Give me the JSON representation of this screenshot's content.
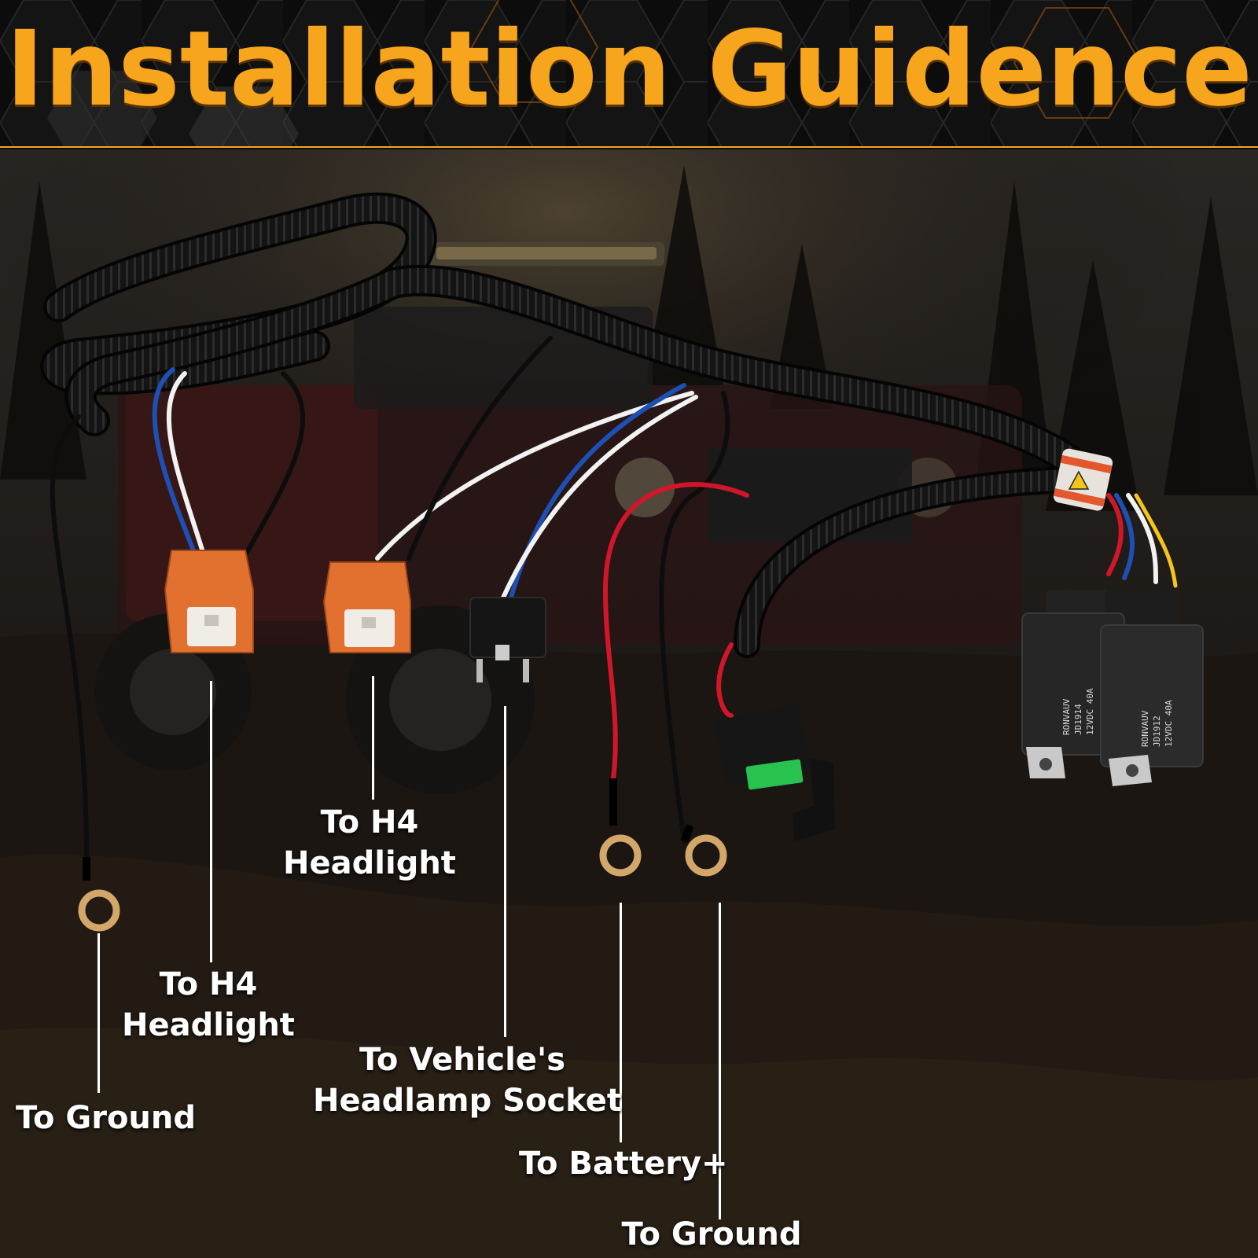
{
  "title": "Installation Guidence",
  "colors": {
    "accent": "#f7a51c",
    "header_bg": "#0c0c0c",
    "label_text": "#ffffff",
    "connector_orange": "#e2702f",
    "fuse_green": "#27c24f"
  },
  "labels": {
    "ground_left": "To Ground",
    "h4_left": [
      "To H4",
      "Headlight"
    ],
    "h4_middle": [
      "To H4",
      "Headlight"
    ],
    "vehicle_socket": [
      "To Vehicle's",
      "Headlamp Socket"
    ],
    "battery": "To Battery+",
    "ground_right": "To Ground"
  },
  "relays": [
    {
      "lines": [
        "RONVAUV",
        "JD1914",
        "12VDC 40A"
      ]
    },
    {
      "lines": [
        "RONVAUV",
        "JD1912",
        "12VDC 40A"
      ]
    }
  ]
}
